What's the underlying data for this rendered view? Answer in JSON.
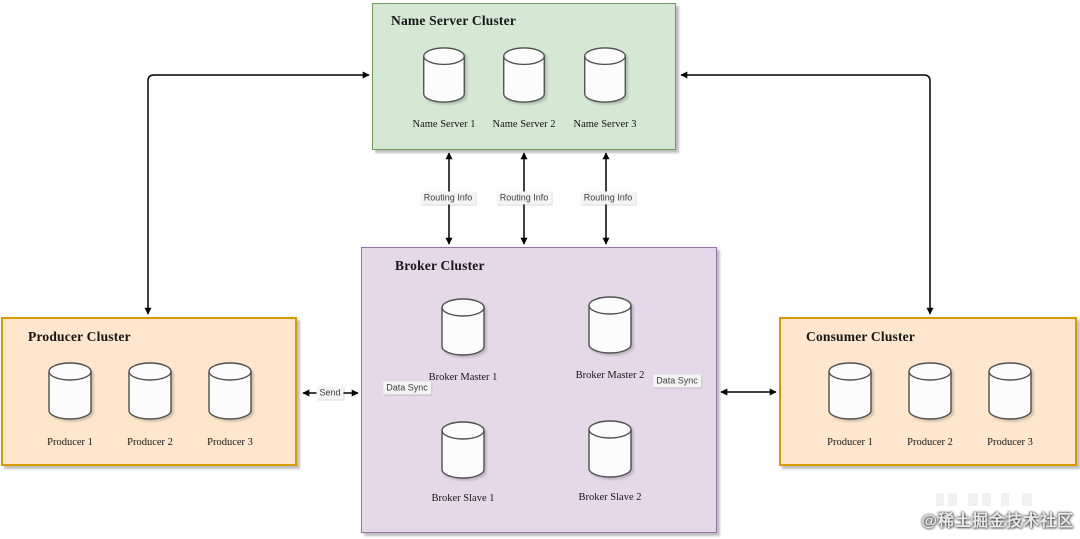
{
  "diagram": {
    "clusters": {
      "name_server": {
        "title": "Name Server Cluster",
        "fill": "#d5e8d4",
        "stroke": "#82b366",
        "nodes": [
          "Name Server 1",
          "Name Server 2",
          "Name Server 3"
        ]
      },
      "broker": {
        "title": "Broker Cluster",
        "fill": "#e1d5e7",
        "stroke": "#9673a6",
        "nodes": [
          "Broker Master 1",
          "Broker Master 2",
          "Broker Slave 1",
          "Broker Slave 2"
        ]
      },
      "producer": {
        "title": "Producer Cluster",
        "fill": "#ffe6cc",
        "stroke": "#d79b00",
        "nodes": [
          "Producer 1",
          "Producer 2",
          "Producer 3"
        ]
      },
      "consumer": {
        "title": "Consumer Cluster",
        "fill": "#ffe6cc",
        "stroke": "#d79b00",
        "nodes": [
          "Producer 1",
          "Producer 2",
          "Producer 3"
        ]
      }
    },
    "edges": {
      "routing_info_labels": [
        "Routing Info",
        "Routing Info",
        "Routing Info"
      ],
      "send_label": "Send",
      "data_sync_labels": [
        "Data Sync",
        "Data Sync"
      ],
      "connector_color": "#000000"
    },
    "watermark": {
      "text": "@稀土掘金技术社区"
    }
  }
}
